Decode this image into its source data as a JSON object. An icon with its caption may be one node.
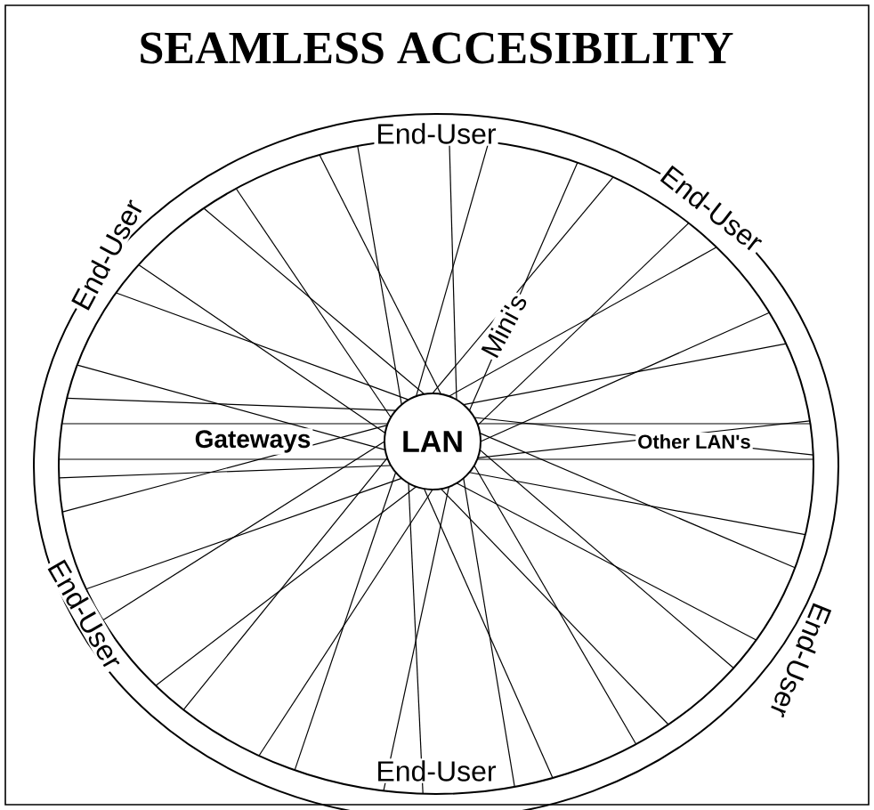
{
  "diagram": {
    "title": "SEAMLESS ACCESIBILITY",
    "nodes": [
      {
        "text": [
          "LAN"
        ]
      }
    ],
    "labels": [
      "End-User",
      "End-User",
      "End-User",
      "Mini's",
      "Gateways",
      "Other LAN's",
      "End-User",
      "End-User",
      "End-User"
    ]
  }
}
